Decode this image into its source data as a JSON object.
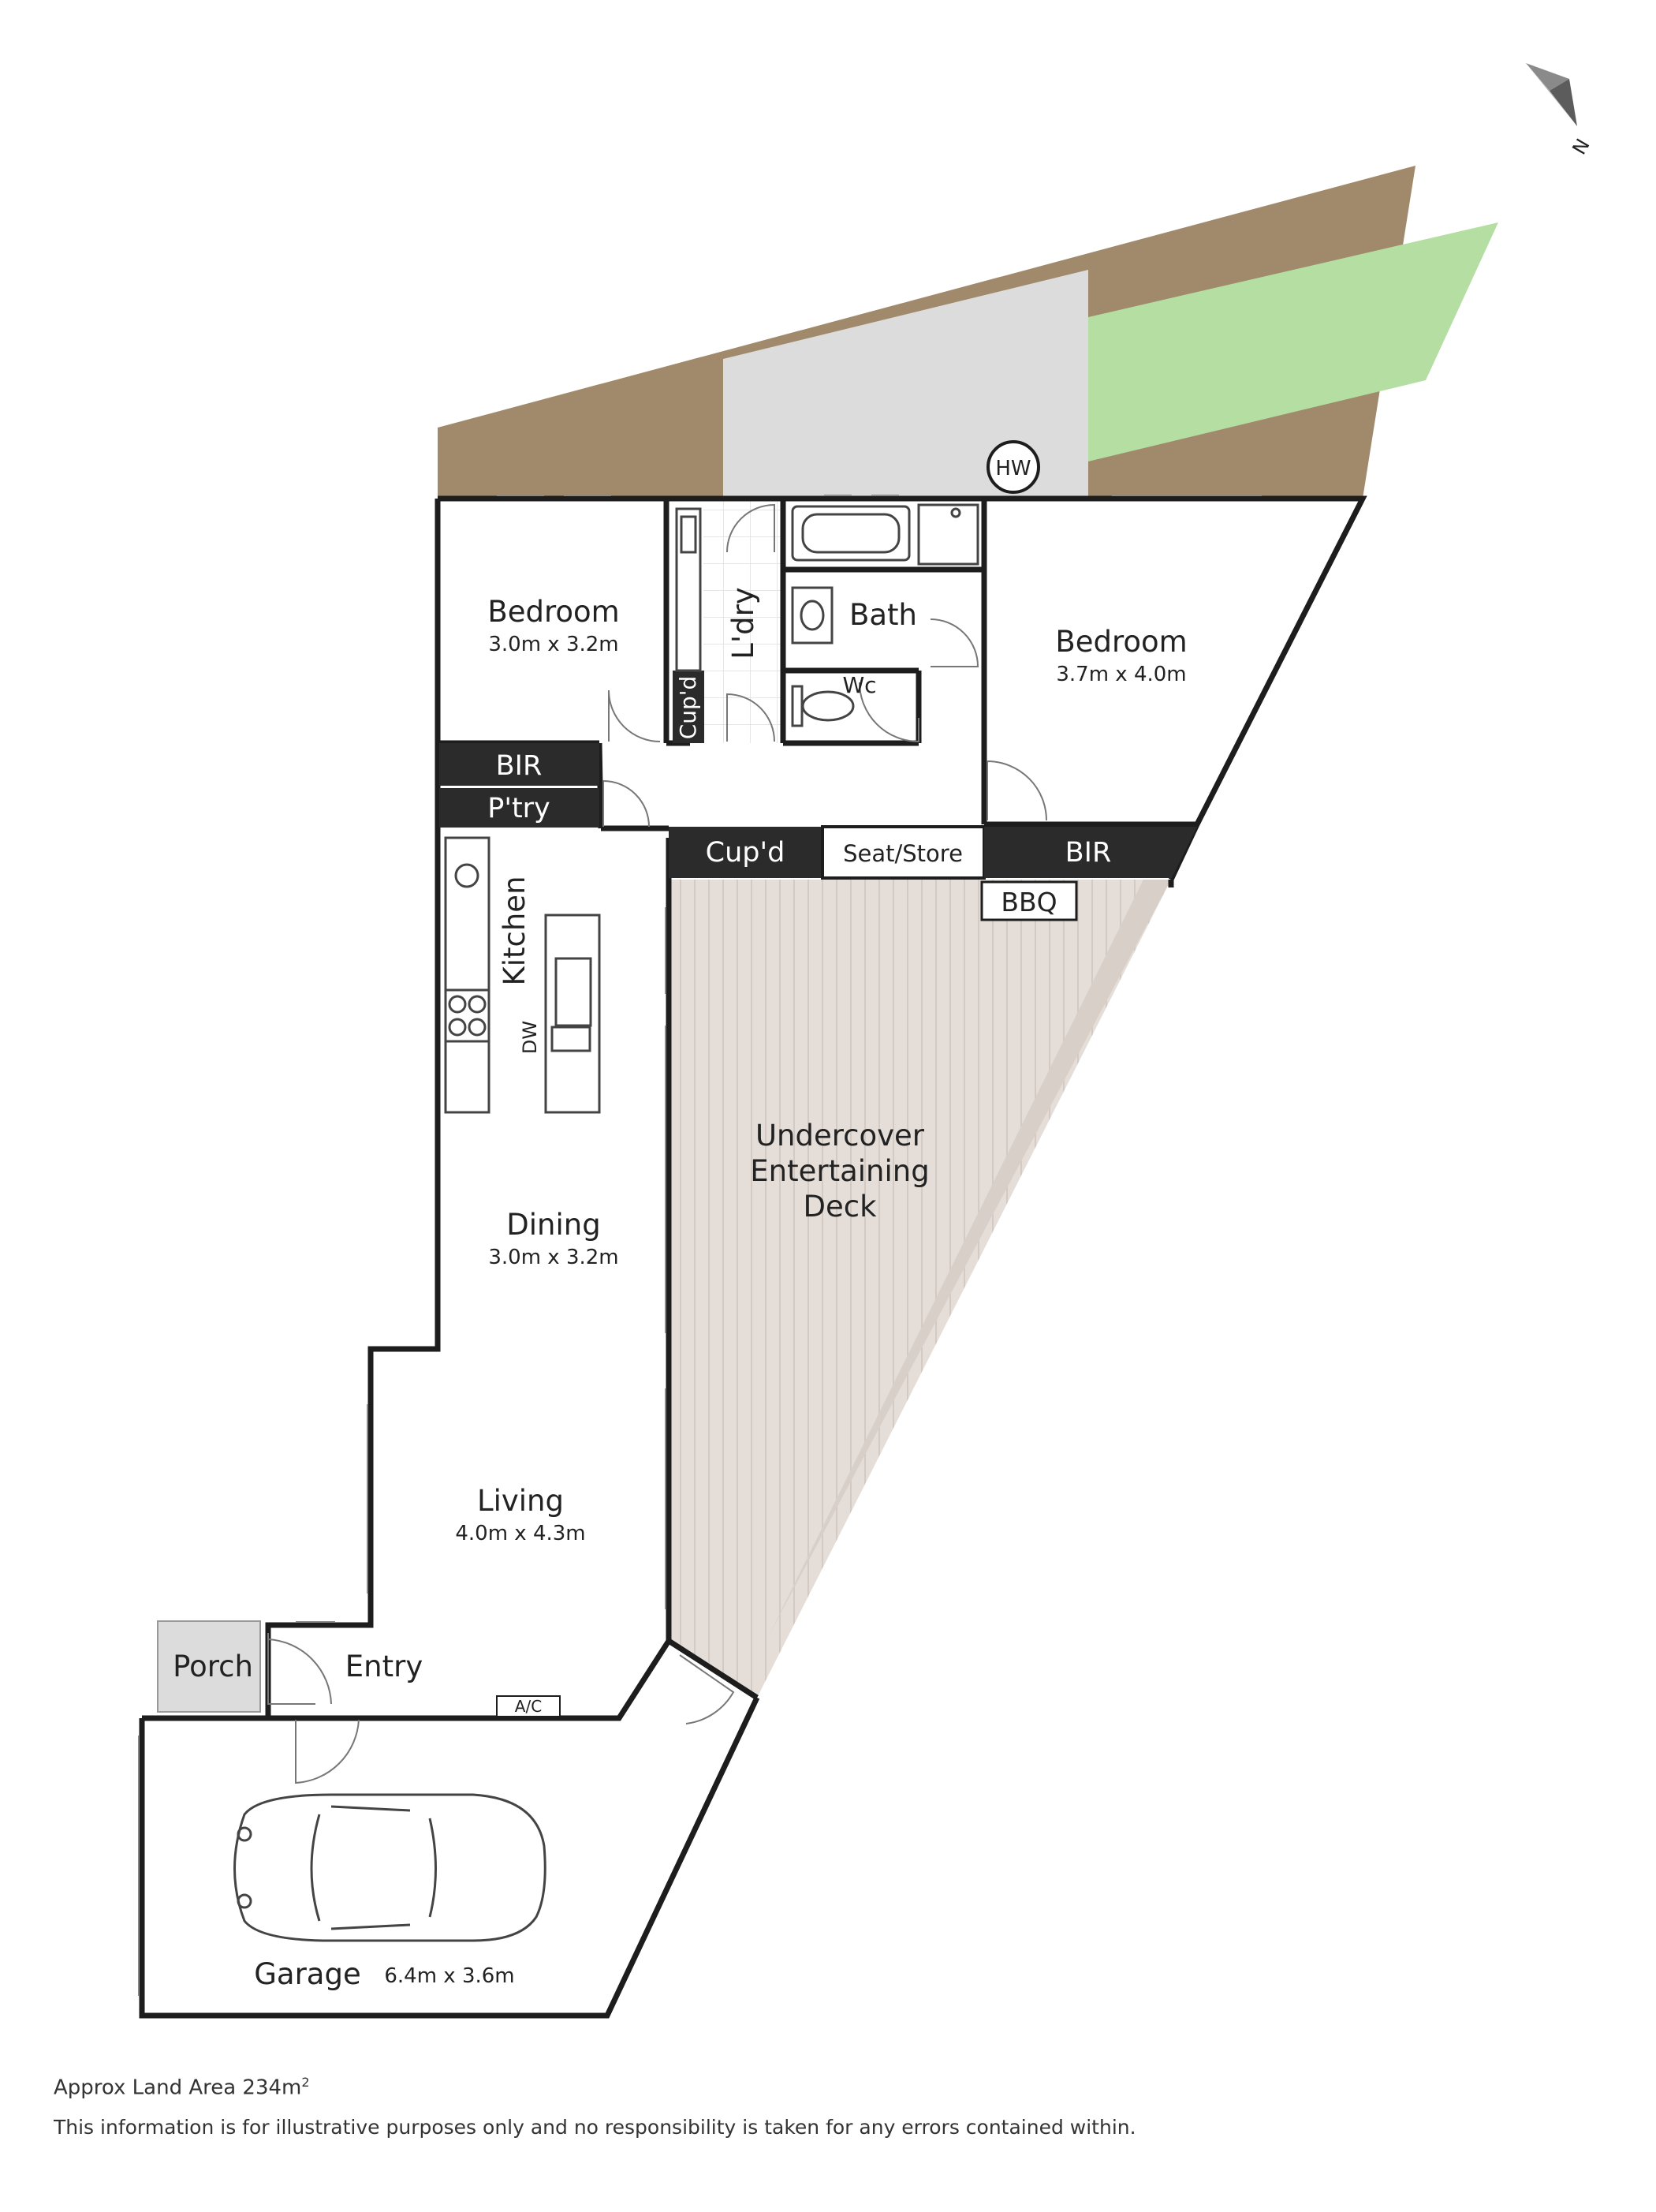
{
  "compass": {
    "label": "N"
  },
  "rooms": {
    "bedroom1": {
      "name": "Bedroom",
      "size": "3.0m x 3.2m"
    },
    "bedroom2": {
      "name": "Bedroom",
      "size": "3.7m x 4.0m"
    },
    "laundry": {
      "name": "L'dry"
    },
    "bath": {
      "name": "Bath"
    },
    "wc": {
      "name": "Wc"
    },
    "bir1": {
      "name": "BIR"
    },
    "pantry": {
      "name": "P'try"
    },
    "cupd1": {
      "name": "Cup'd"
    },
    "cupd2": {
      "name": "Cup'd"
    },
    "seat_store": {
      "name": "Seat/Store"
    },
    "bir2": {
      "name": "BIR"
    },
    "bbq": {
      "name": "BBQ"
    },
    "hw": {
      "name": "HW"
    },
    "kitchen": {
      "name": "Kitchen"
    },
    "dw": {
      "name": "DW"
    },
    "dining": {
      "name": "Dining",
      "size": "3.0m x 3.2m"
    },
    "deck": {
      "line1": "Undercover",
      "line2": "Entertaining",
      "line3": "Deck"
    },
    "living": {
      "name": "Living",
      "size": "4.0m x 4.3m"
    },
    "porch": {
      "name": "Porch"
    },
    "entry": {
      "name": "Entry"
    },
    "ac": {
      "name": "A/C"
    },
    "garage": {
      "name": "Garage",
      "size": "6.4m x 3.6m"
    }
  },
  "colors": {
    "wall": "#1d1d1d",
    "garden_soil": "#a08a6b",
    "lawn": "#b5dea3",
    "paving": "#dcdcdd",
    "deck": "#e4ddd8",
    "dark_fixture": "#2b2b2b"
  },
  "footer": {
    "area_text": "Approx Land Area 234m",
    "area_superscript": "2",
    "disclaimer": "This information is for illustrative purposes only and no responsibility is taken for any errors contained within."
  }
}
